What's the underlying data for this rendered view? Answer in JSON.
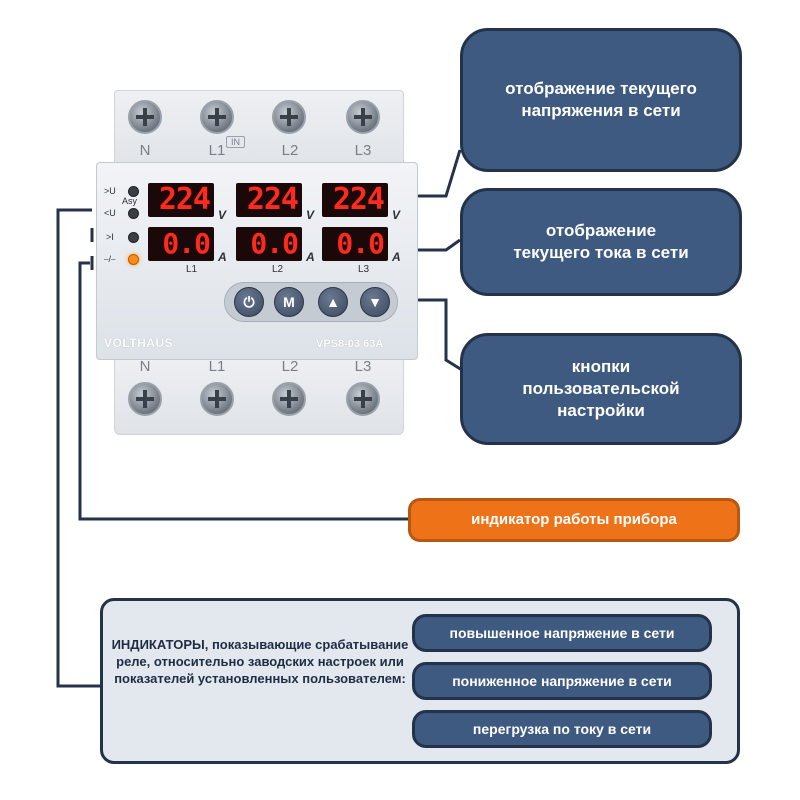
{
  "device": {
    "top_terminals": [
      "N",
      "L1",
      "L2",
      "L3"
    ],
    "bottom_terminals": [
      "N",
      "L1",
      "L2",
      "L3"
    ],
    "in_label": "IN",
    "brand": "VOLTHAUS",
    "model": "VPS8-03 63A",
    "voltage_readings": [
      "224",
      "224",
      "224"
    ],
    "voltage_unit": "V",
    "current_readings": [
      "0.0",
      "0.0",
      "0.0"
    ],
    "current_unit": "A",
    "channel_labels": [
      "L1",
      "L2",
      "L3"
    ],
    "indicator_labels": {
      "over_voltage": ">U",
      "under_voltage": "<U",
      "asy": "Asy",
      "over_current": ">I",
      "power": "⎯/⎯"
    },
    "buttons": {
      "power": "⏻",
      "mode": "M",
      "up": "▲",
      "down": "▼"
    }
  },
  "callouts": {
    "voltage": "отображение текущего напряжения в сети",
    "current": "отображение текущего тока в сети",
    "buttons": "кнопки пользовательской настройки",
    "power_indicator": "индикатор работы прибора"
  },
  "panel": {
    "description": "ИНДИКАТОРЫ, показывающие срабатывание реле, относительно заводских настроек или показателей установленных пользователем:",
    "items": [
      "повышенное напряжение в сети",
      "пониженное напряжение в сети",
      "перегрузка по току в сети"
    ]
  },
  "colors": {
    "callout_bg": "#3f5a80",
    "callout_border": "#24324a",
    "orange": "#ee7318",
    "display_red": "#ff2a1e"
  }
}
